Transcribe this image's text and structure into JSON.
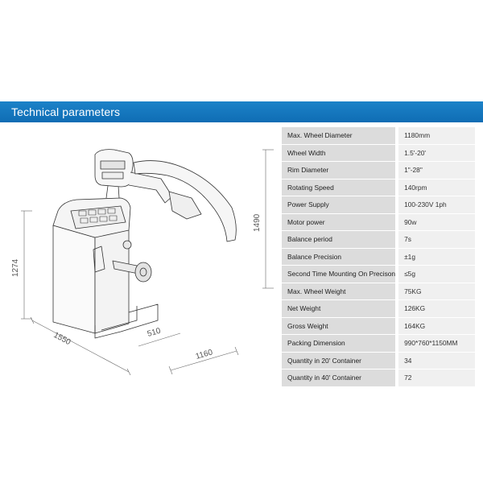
{
  "header": {
    "title": "Technical parameters"
  },
  "diagram": {
    "dimensions": {
      "height_total": "1274",
      "height_hood": "1490",
      "width": "1550",
      "depth_base": "510",
      "depth_total": "1160"
    }
  },
  "parameters": [
    {
      "label": "Max. Wheel Diameter",
      "value": "1180mm"
    },
    {
      "label": "Wheel Width",
      "value": "1.5'-20'"
    },
    {
      "label": "Rim Diameter",
      "value": "1\"-28\""
    },
    {
      "label": "Rotating Speed",
      "value": "140rpm"
    },
    {
      "label": "Power Supply",
      "value": "100-230V 1ph"
    },
    {
      "label": "Motor power",
      "value": "90w"
    },
    {
      "label": "Balance period",
      "value": "7s"
    },
    {
      "label": "Balance Precision",
      "value": "±1g"
    },
    {
      "label": "Second Time Mounting On Precison",
      "value": "≤5g"
    },
    {
      "label": "Max. Wheel Weight",
      "value": "75KG"
    },
    {
      "label": "Net Weight",
      "value": "126KG"
    },
    {
      "label": "Gross Weight",
      "value": "164KG"
    },
    {
      "label": "Packing Dimension",
      "value": "990*760*1150MM"
    },
    {
      "label": "Quantity in 20' Container",
      "value": "34"
    },
    {
      "label": "Quantity in 40' Container",
      "value": "72"
    }
  ]
}
